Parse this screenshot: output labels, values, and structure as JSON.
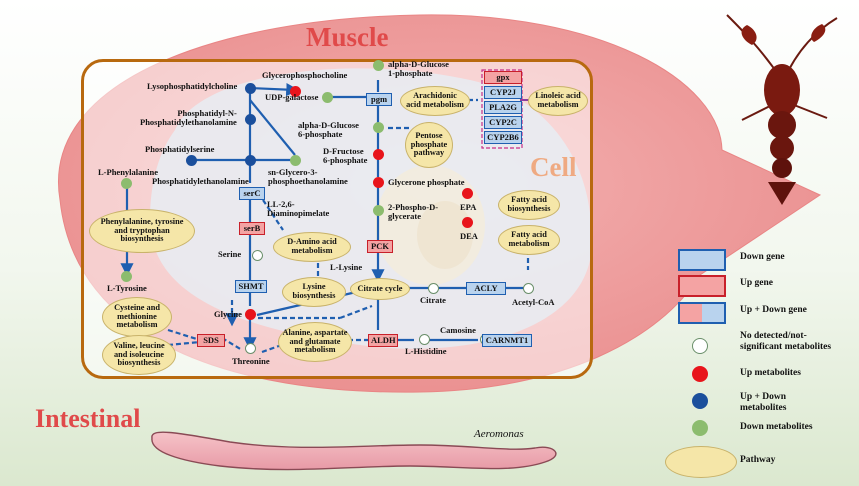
{
  "titles": {
    "muscle": "Muscle",
    "cell": "Cell",
    "intestinal": "Intestinal",
    "aeromonas": "Aeromonas"
  },
  "colors": {
    "up": "#e8141b",
    "down": "#8cbc6e",
    "both": "#1b4f9c",
    "pathway": "#f5e6a8",
    "down_gene": "#b9d3ee",
    "up_gene": "#f4a3a3"
  },
  "metabolites": {
    "lysophosphatidylcholine": "Lysophosphatidylcholine",
    "glycerophosphocholine": "Glycerophosphocholine",
    "udp_galactose": "UDP-galactose",
    "alpha_d_glucose_1p": "alpha-D-Glucose\n1-phosphate",
    "phosphatidyl_n": "Phosphatidyl-N-\nPhosphatidylethanolamine",
    "alpha_d_glucose_6p": "alpha-D-Glucose\n6-phosphate",
    "phosphatidylserine": "Phosphatidylserine",
    "d_fructose_6p": "D-Fructose\n6-phosphate",
    "l_phenylalanine": "L-Phenylalanine",
    "phosphatidylethanolamine": "Phosphatidylethanolamine",
    "sn_glycero": "sn-Glycero-3-\nphosphoethanolamine",
    "glycerone_phosphate": "Glycerone phosphate",
    "ll_diaminopimelate": "LL-2,6-\nDiaminopimelate",
    "two_phospho": "2-Phospho-D-\nglycerate",
    "epa": "EPA",
    "dea": "DEA",
    "serine": "Serine",
    "l_lysine": "L-Lysine",
    "l_tyrosine": "L-Tyrosine",
    "citrate": "Citrate",
    "acetyl_coa": "Acetyl-CoA",
    "glycine": "Glycine",
    "camosine": "Camosine",
    "threonine": "Threonine",
    "l_histidine": "L-Histidine"
  },
  "genes": {
    "gpx": "gpx",
    "pgm": "pgm",
    "cyp2j": "CYP2J",
    "pla2g": "PLA2G",
    "cyp2c": "CYP2C",
    "cyp2b6": "CYP2B6",
    "serc": "serC",
    "serb": "serB",
    "pck": "PCK",
    "shmt": "SHMT",
    "acly": "ACLY",
    "sds": "SDS",
    "aldh": "ALDH",
    "carnmt1": "CARNMT1"
  },
  "pathways": {
    "arachidonic": "Arachidonic\nacid metabolism",
    "linoleic": "Linoleic acid\nmetabolism",
    "pentose": "Pentose\nphosphate\npathway",
    "phe_tyr_trp": "Phenylalanine, tyrosine\nand tryptophan\nbiosynthesis",
    "d_amino": "D-Amino acid\nmetabolism",
    "fa_bio": "Fatty acid\nbiosynthesis",
    "fa_met": "Fatty acid\nmetabolism",
    "lysine_bio": "Lysine\nbiosynthesis",
    "citrate_cycle": "Citrate cycle",
    "cys_met": "Cysteine and\nmethionine\nmetabolism",
    "val_leu": "Valine, leucine\nand isoleucine\nbiosynthesis",
    "ala_asp": "Alanine, aspartate\nand glutamate\nmetabolism"
  },
  "legend": {
    "down_gene": "Down gene",
    "up_gene": "Up gene",
    "updown_gene": "Up + Down gene",
    "no_detected": "No detected/not-\nsignificant metabolites",
    "up_met": "Up metabolites",
    "updown_met": "Up + Down\nmetabolites",
    "down_met": "Down metabolites",
    "pathway": "Pathway"
  }
}
